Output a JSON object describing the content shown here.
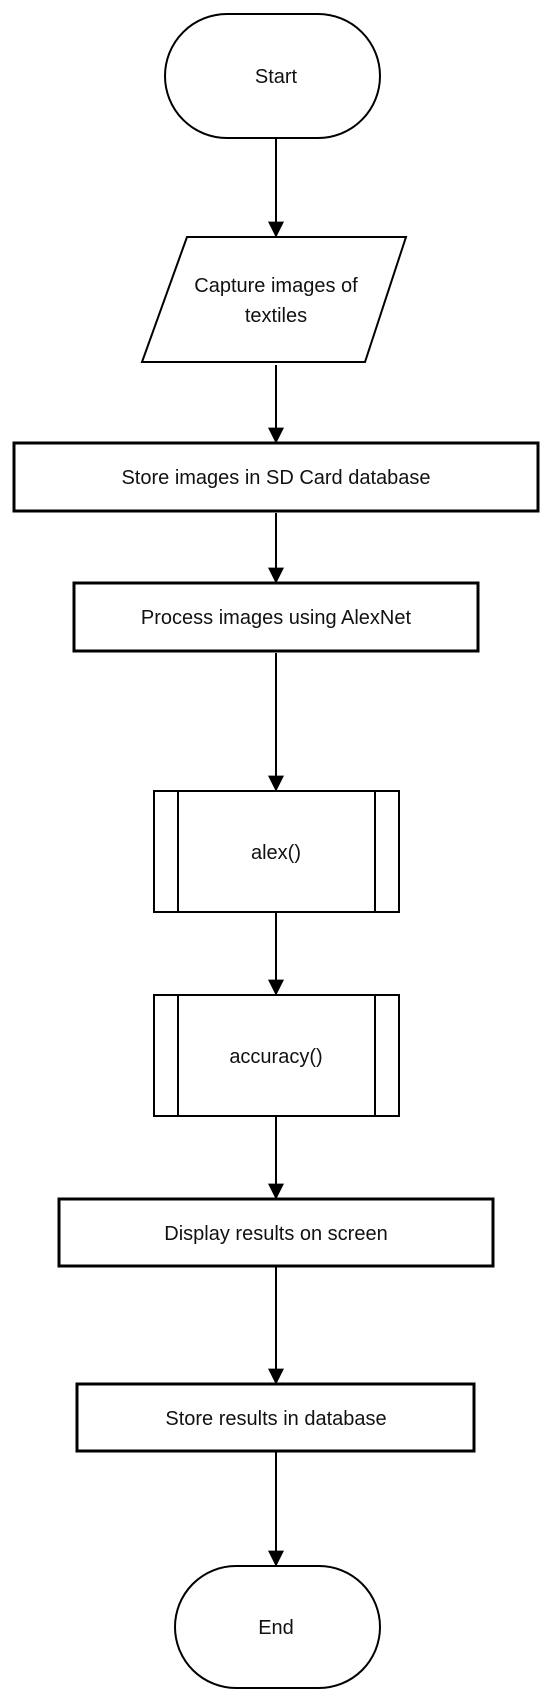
{
  "diagram": {
    "nodes": {
      "start": {
        "lines": [
          "Start"
        ]
      },
      "capture": {
        "lines": [
          "Capture images of",
          "textiles"
        ]
      },
      "store_images": {
        "lines": [
          "Store images in SD Card database"
        ]
      },
      "process": {
        "lines": [
          "Process images using AlexNet"
        ]
      },
      "alex": {
        "lines": [
          "alex()"
        ]
      },
      "accuracy": {
        "lines": [
          "accuracy()"
        ]
      },
      "display": {
        "lines": [
          "Display results on screen"
        ]
      },
      "store_results": {
        "lines": [
          "Store results in database"
        ]
      },
      "end": {
        "lines": [
          "End"
        ]
      }
    },
    "colors": {
      "stroke": "#000000",
      "fill": "#ffffff",
      "text": "#111111"
    }
  }
}
